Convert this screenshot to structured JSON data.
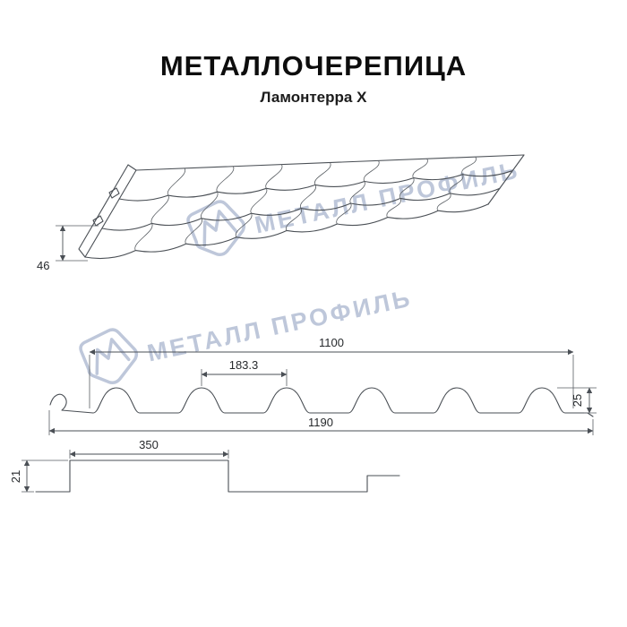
{
  "title": "МЕТАЛЛОЧЕРЕПИЦА",
  "subtitle": "Ламонтерра X",
  "watermark": {
    "text": "МЕТАЛЛ ПРОФИЛЬ",
    "color": "#b7c2d6"
  },
  "dimensions": {
    "front_step_height": "46",
    "working_width": "1100",
    "wave_pitch": "183.3",
    "profile_height": "25",
    "full_width": "1190",
    "step_length": "350",
    "step_height": "21"
  },
  "colors": {
    "line": "#4a4f55",
    "text": "#26292c",
    "background": "#ffffff"
  }
}
